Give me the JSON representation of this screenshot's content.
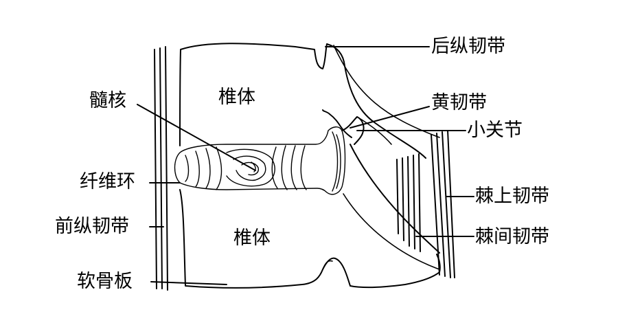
{
  "labels": {
    "posterior_longitudinal_ligament": "后纵韧带",
    "vertebral_body_upper": "椎体",
    "nucleus_pulposus": "髓核",
    "ligamentum_flavum": "黄韧带",
    "facet_joint": "小关节",
    "annulus_fibrosus": "纤维环",
    "supraspinous_ligament": "棘上韧带",
    "anterior_longitudinal_ligament": "前纵韧带",
    "vertebral_body_lower": "椎体",
    "interspinous_ligament": "棘间韧带",
    "cartilage_endplate": "软骨板"
  }
}
